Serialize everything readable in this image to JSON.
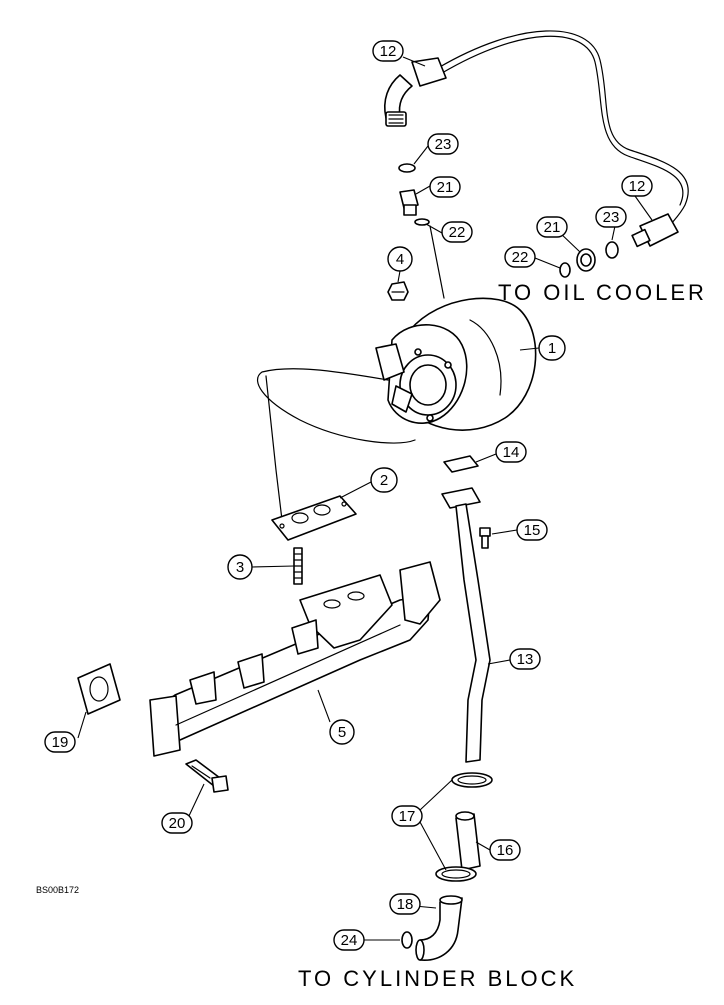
{
  "labels": {
    "to_oil_cooler": "TO OIL COOLER",
    "to_cylinder_block": "TO CYLINDER BLOCK",
    "drawing_code": "BS00B172"
  },
  "callouts": {
    "c12a": "12",
    "c23a": "23",
    "c21a": "21",
    "c22a": "22",
    "c4": "4",
    "c12b": "12",
    "c21b": "21",
    "c23b": "23",
    "c22b": "22",
    "c1": "1",
    "c14": "14",
    "c2": "2",
    "c15": "15",
    "c3": "3",
    "c13": "13",
    "c19": "19",
    "c5": "5",
    "c20": "20",
    "c17": "17",
    "c16": "16",
    "c18": "18",
    "c24": "24"
  }
}
